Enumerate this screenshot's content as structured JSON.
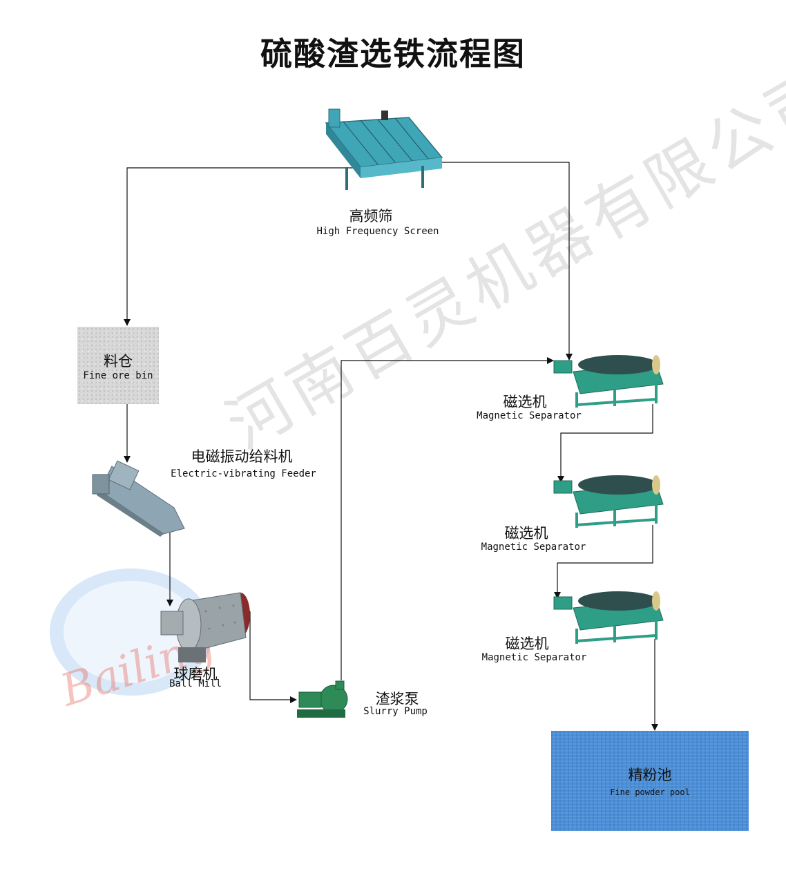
{
  "title": "硫酸渣选铁流程图",
  "watermark": "河南百灵机器有限公司",
  "logo_text": "Bailing",
  "nodes": {
    "screen": {
      "zh": "高频筛",
      "en": "High Frequency Screen"
    },
    "bin": {
      "zh": "料仓",
      "en": "Fine ore bin"
    },
    "feeder": {
      "zh": "电磁振动给料机",
      "en": "Electric-vibrating Feeder"
    },
    "mill": {
      "zh": "球磨机",
      "en": "Ball Mill"
    },
    "pump": {
      "zh": "渣浆泵",
      "en": "Slurry Pump"
    },
    "sep1": {
      "zh": "磁选机",
      "en": "Magnetic Separator"
    },
    "sep2": {
      "zh": "磁选机",
      "en": "Magnetic Separator"
    },
    "sep3": {
      "zh": "磁选机",
      "en": "Magnetic Separator"
    },
    "pool": {
      "zh": "精粉池",
      "en": "Fine powder pool"
    }
  },
  "colors": {
    "equipment": "#3fa6b8",
    "separator": "#2e9e86",
    "drum": "#2f4f4f",
    "bin": "#d6d6d6",
    "pool": "#4b8fd8",
    "mill_shell": "#9aa4a8",
    "mill_ring": "#8b2a2a",
    "line": "#111111"
  },
  "icons": [
    "screen-machine-icon",
    "feeder-machine-icon",
    "ball-mill-icon",
    "slurry-pump-icon",
    "magnetic-separator-icon"
  ]
}
